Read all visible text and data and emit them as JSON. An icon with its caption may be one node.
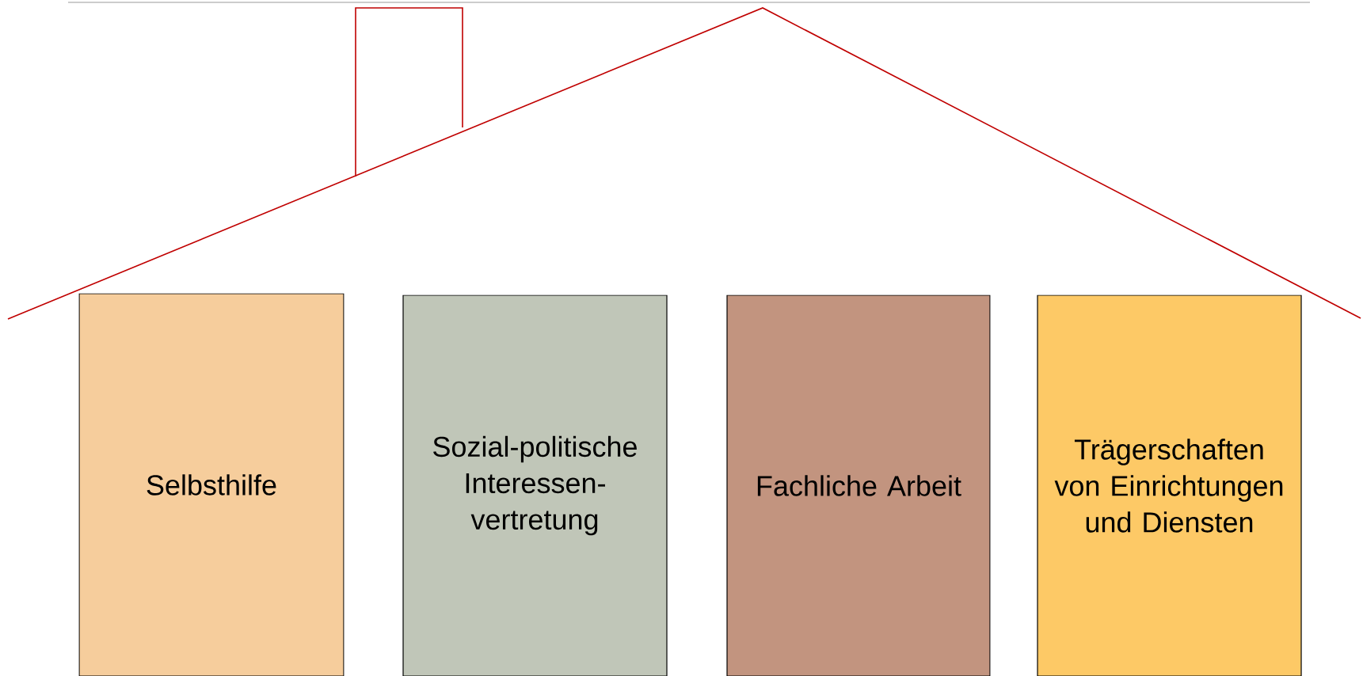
{
  "diagram": {
    "nodes": [
      {
        "text": [
          "Selbsthilfe"
        ]
      },
      {
        "text": [
          "Sozial-politische Interessen-vertretung"
        ]
      },
      {
        "text": [
          "Fachliche Arbeit"
        ]
      },
      {
        "text": [
          "Trägerschaften von Einrichtungen und Diensten"
        ]
      }
    ]
  }
}
